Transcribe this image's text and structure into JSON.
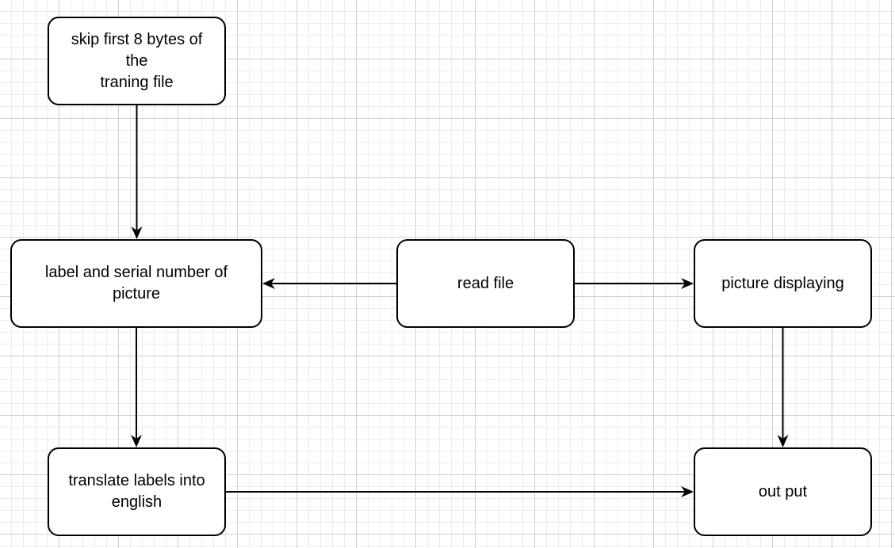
{
  "nodes": {
    "skip": "skip first 8 bytes of\nthe\ntraning file",
    "label": "label and serial number of\npicture",
    "read": "read file",
    "display": "picture displaying",
    "translate": "translate labels into\nenglish",
    "output": "out put"
  },
  "edges": [
    {
      "from": "skip",
      "to": "label"
    },
    {
      "from": "read",
      "to": "label"
    },
    {
      "from": "read",
      "to": "display"
    },
    {
      "from": "label",
      "to": "translate"
    },
    {
      "from": "display",
      "to": "output"
    },
    {
      "from": "translate",
      "to": "output"
    }
  ]
}
